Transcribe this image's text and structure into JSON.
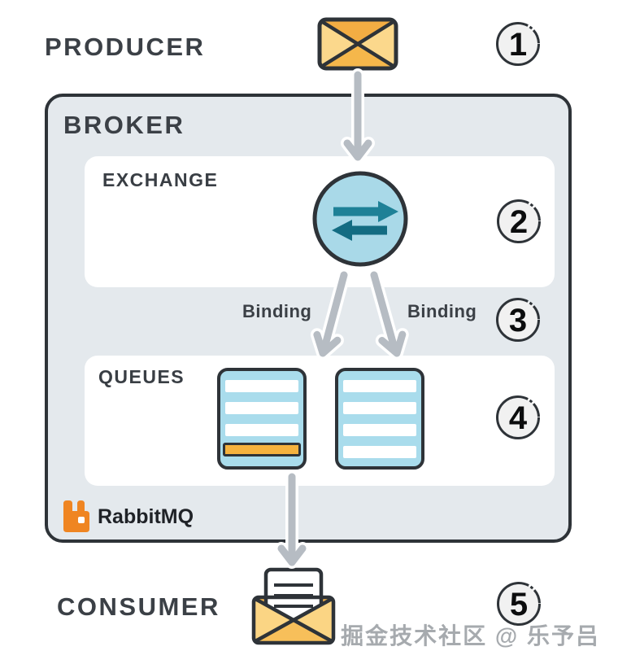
{
  "producer": {
    "label": "PRODUCER"
  },
  "broker": {
    "label": "BROKER",
    "exchange_section": {
      "label": "EXCHANGE"
    },
    "queues_section": {
      "label": "QUEUES",
      "queue_count": 2
    },
    "logo": {
      "label": "RabbitMQ"
    }
  },
  "consumer": {
    "label": "CONSUMER"
  },
  "bindings": [
    {
      "label": "Binding"
    },
    {
      "label": "Binding"
    }
  ],
  "steps": [
    {
      "number": "1"
    },
    {
      "number": "2"
    },
    {
      "number": "3"
    },
    {
      "number": "4"
    },
    {
      "number": "5"
    }
  ],
  "watermark": "掘金技术社区 @ 乐予吕",
  "icons": {
    "message": "message-envelope-icon",
    "exchange": "exchange-swap-arrows-icon",
    "queue": "queue-stack-icon",
    "consumed_message": "open-envelope-letter-icon",
    "logo": "rabbitmq-logo-icon"
  },
  "palette": {
    "outline": "#2e3338",
    "text_dark": "#3b4046",
    "broker_bg": "#e4e9ed",
    "panel_bg": "#ffffff",
    "blue": "#a9d9e8",
    "teal_arrow_top": "#1e8197",
    "teal_arrow_bottom": "#136c82",
    "gray_arrow": "#b6bcc3",
    "badge_bg": "#f1f1f1",
    "amber": "#f5b74b",
    "amber_light": "#fbd88c",
    "orange_bar": "#f5b23e",
    "rabbit_orange": "#ef8522"
  }
}
